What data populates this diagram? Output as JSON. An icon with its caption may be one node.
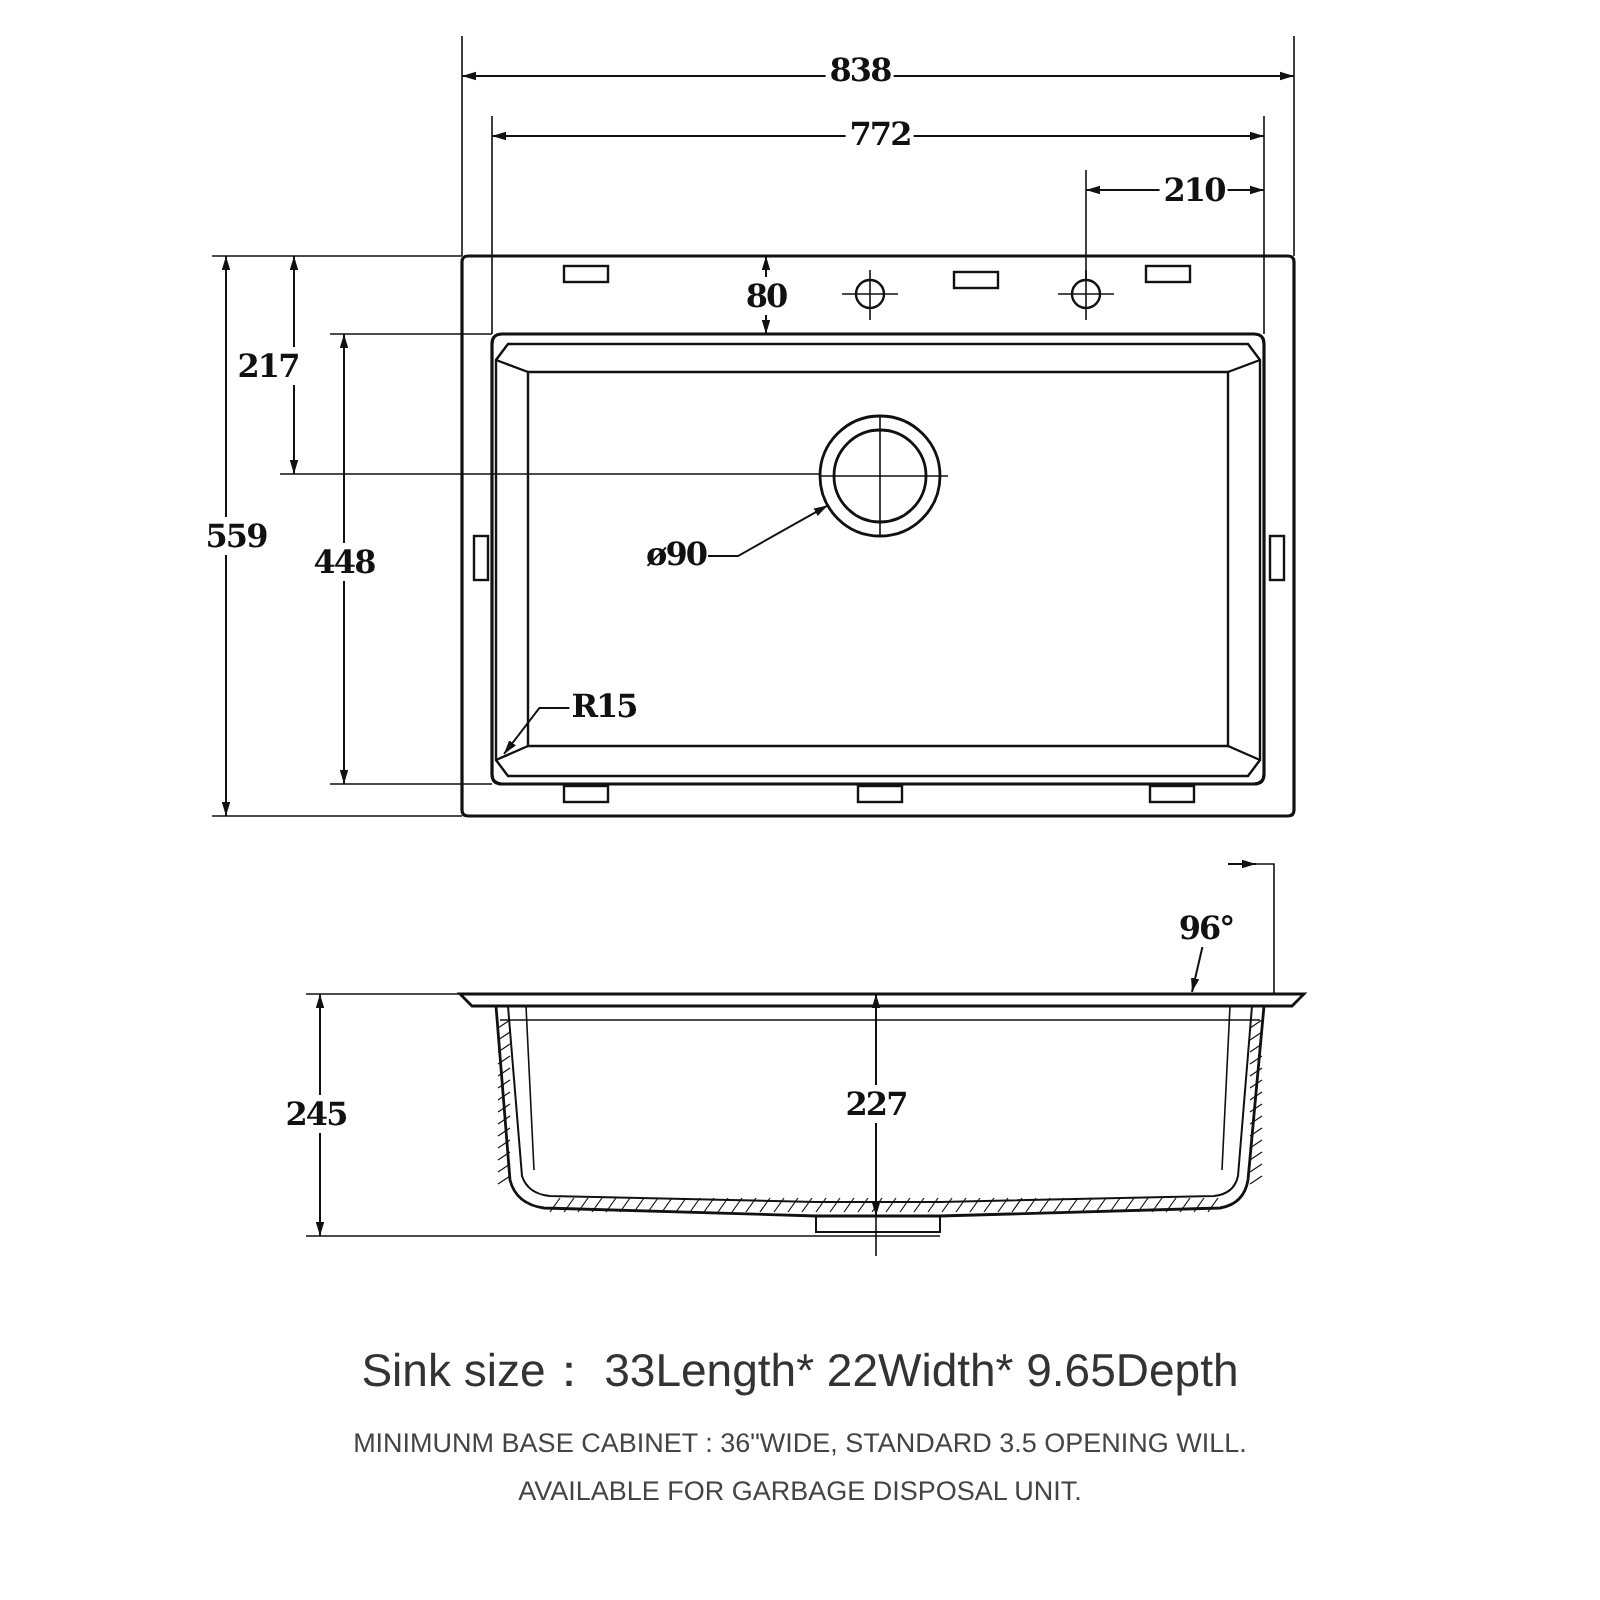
{
  "diagram": {
    "caption": "Sink size： 33Length* 22Width* 9.65Depth",
    "nodes": [
      {
        "text": [
          "ø90"
        ]
      },
      {
        "text": [],
        "shape": "circle"
      },
      {
        "text": [
          "R15"
        ]
      }
    ],
    "edges": [
      {
        "from": 0,
        "to": 1,
        "arrow": "to"
      },
      {
        "from": 2,
        "to": null,
        "arrow": "to"
      }
    ],
    "labels": [
      "838",
      "772",
      "210",
      "80",
      "217",
      "559",
      "448",
      "96°",
      "245",
      "227",
      "MINIMUNM BASE CABINET : 36\"WIDE, STANDARD 3.5 OPENING WILL. AVAILABLE FOR GARBAGE DISPOSAL UNIT."
    ]
  }
}
